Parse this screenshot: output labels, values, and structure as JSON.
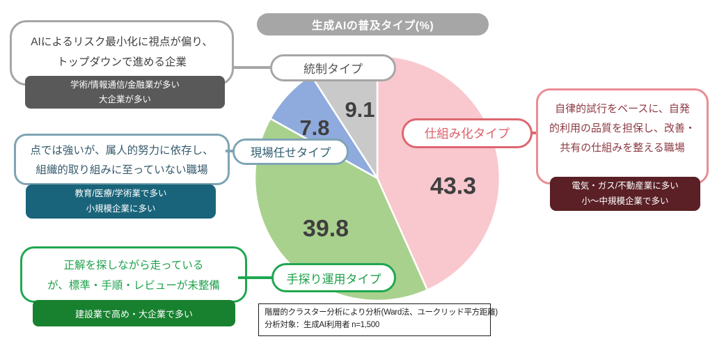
{
  "title": "生成AIの普及タイプ(%)",
  "chart_data": {
    "type": "pie",
    "title": "生成AIの普及タイプ(%)",
    "unit": "%",
    "start_angle_deg": 0,
    "direction": "clockwise",
    "slices": [
      {
        "key": "shikumika",
        "label": "仕組み化タイプ",
        "value": 43.3,
        "color": "#F8C8CE"
      },
      {
        "key": "tesaguri",
        "label": "手探り運用タイプ",
        "value": 39.8,
        "color": "#A9D18E"
      },
      {
        "key": "genba",
        "label": "現場任せタイプ",
        "value": 7.8,
        "color": "#8FAADC"
      },
      {
        "key": "tousei",
        "label": "統制タイプ",
        "value": 9.1,
        "color": "#C9C9C9"
      }
    ],
    "footnote": [
      "階層的クラスター分析により分析(Ward法、ユークリッド平方距離)",
      "分析対象：生成AI利用者 n=1,500"
    ]
  },
  "callouts": {
    "tousei": {
      "pill": "統制タイプ",
      "desc1": "AIによるリスク最小化に視点が偏り、",
      "desc2": "トップダウンで進める企業",
      "tag1": "学術/情報通信/金融業が多い",
      "tag2": "大企業が多い",
      "accent_color": "#A6A6A6",
      "tag_color": "#595959"
    },
    "genba": {
      "pill": "現場任せタイプ",
      "desc1": "点では強いが、属人的努力に依存し、",
      "desc2": "組織的取り組みに至っていない職場",
      "tag1": "教育/医療/学術業で多い",
      "tag2": "小規模企業に多い",
      "accent_color": "#7FA4B3",
      "tag_color": "#19647A"
    },
    "shikumika": {
      "pill": "仕組み化タイプ",
      "desc1": "自律的試行をベースに、自発",
      "desc2": "的利用の品質を担保し、改善・",
      "desc3": "共有の仕組みを整える職場",
      "tag1": "電気・ガス/不動産業に多い",
      "tag2": "小～中規模企業で多い",
      "accent_color": "#DD6671",
      "tag_color": "#5A2026"
    },
    "tesaguri": {
      "pill": "手探り運用タイプ",
      "desc1": "正解を探しながら走っている",
      "desc2": "が、標準・手順・レビューが未整備",
      "tag1": "建設業で高め・大企業で多い",
      "accent_color": "#1FA750",
      "tag_color": "#17812F"
    }
  }
}
